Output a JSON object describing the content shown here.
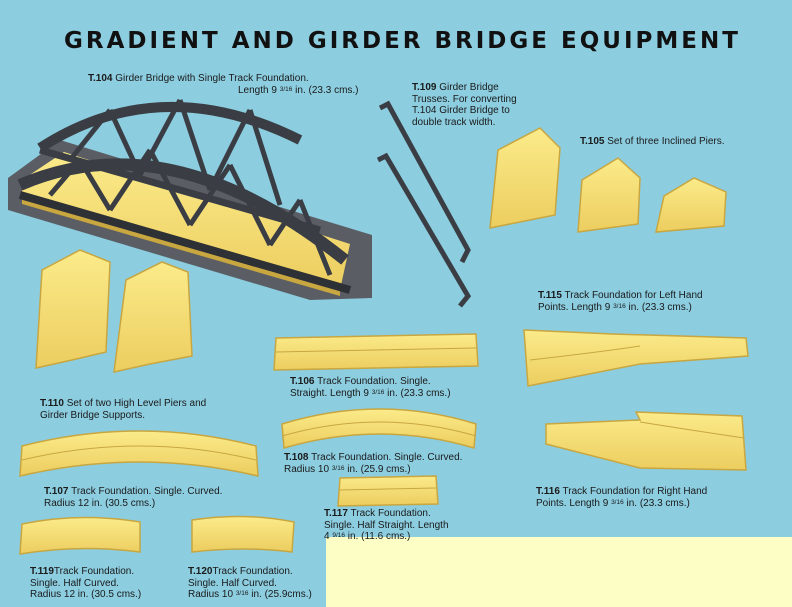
{
  "title": "GRADIENT AND GIRDER BRIDGE EQUIPMENT",
  "items": {
    "t104": {
      "code": "T.104",
      "line1": "Girder Bridge with Single Track Foundation.",
      "line2a": "Length 9",
      "frac": "3/16",
      "line2b": "in. (23.3 cms.)"
    },
    "t109": {
      "code": "T.109",
      "line1": "Girder Bridge",
      "line2": "Trusses. For converting",
      "line3": "T.104 Girder Bridge to",
      "line4": "double track width."
    },
    "t105": {
      "code": "T.105",
      "line1": "Set of three Inclined Piers."
    },
    "t110": {
      "code": "T.110",
      "line1": "Set of two High Level Piers and",
      "line2": "Girder Bridge Supports."
    },
    "t106": {
      "code": "T.106",
      "line1": "Track Foundation. Single.",
      "line2a": "Straight. Length 9",
      "frac": "3/16",
      "line2b": "in. (23.3 cms.)"
    },
    "t115": {
      "code": "T.115",
      "line1": "Track Foundation for Left Hand",
      "line2a": "Points. Length 9",
      "frac": "3/16",
      "line2b": "in. (23.3 cms.)"
    },
    "t107": {
      "code": "T.107",
      "line1": "Track Foundation. Single. Curved.",
      "line2": "Radius 12 in. (30.5 cms.)"
    },
    "t108": {
      "code": "T.108",
      "line1": "Track Foundation. Single. Curved.",
      "line2a": "Radius 10",
      "frac": "3/16",
      "line2b": "in. (25.9 cms.)"
    },
    "t116": {
      "code": "T.116",
      "line1": "Track Foundation for Right Hand",
      "line2a": "Points. Length 9",
      "frac": "3/16",
      "line2b": "in. (23.3 cms.)"
    },
    "t117": {
      "code": "T.117",
      "line1": "Track Foundation.",
      "line2": "Single. Half Straight. Length",
      "line3a": "4",
      "frac": "9/16",
      "line3b": "in. (11.6 cms.)"
    },
    "t119": {
      "code": "T.119",
      "line1": "Track Foundation.",
      "line2": "Single. Half Curved.",
      "line3": "Radius 12 in. (30.5 cms.)"
    },
    "t120": {
      "code": "T.120",
      "line1": "Track Foundation.",
      "line2": "Single. Half Curved.",
      "line3a": "Radius 10",
      "frac": "3/16",
      "line3b": "in. (25.9cms.)"
    }
  },
  "colors": {
    "background": "#8ccde0",
    "part_yellow": "#f4e27a",
    "part_shadow": "#c8a640",
    "bridge_grey": "#3a3e44"
  }
}
